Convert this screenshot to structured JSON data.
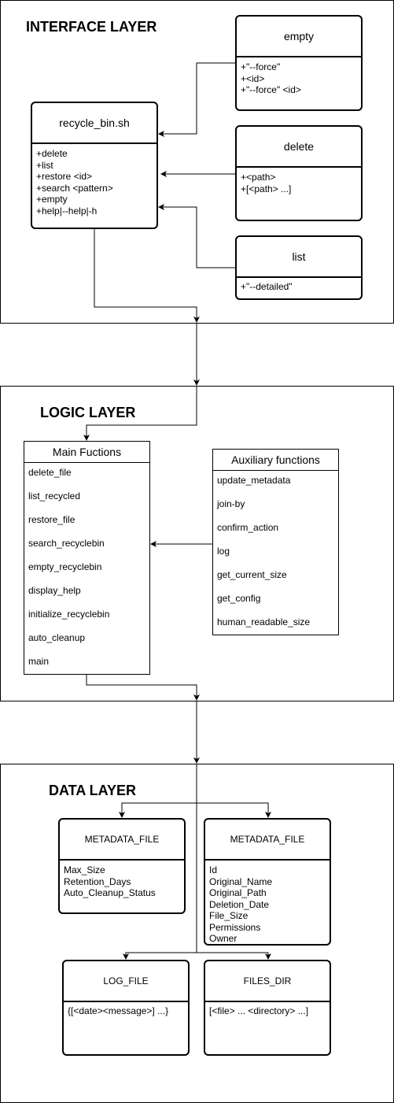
{
  "interface_layer": {
    "title": "INTERFACE LAYER",
    "script": {
      "name": "recycle_bin.sh",
      "items": [
        "+delete",
        "+list",
        "+restore <id>",
        "+search <pattern>",
        "+empty",
        "+help|--help|-h"
      ]
    },
    "empty": {
      "name": "empty",
      "items": [
        "+\"--force\"",
        "+<id>",
        "+\"--force\" <id>"
      ]
    },
    "delete": {
      "name": "delete",
      "items": [
        "+<path>",
        "+[<path> ...]"
      ]
    },
    "list": {
      "name": "list",
      "items": [
        "+\"--detailed\""
      ]
    }
  },
  "logic_layer": {
    "title": "LOGIC LAYER",
    "main": {
      "name": "Main Fuctions",
      "items": [
        "delete_file",
        "list_recycled",
        "restore_file",
        "search_recyclebin",
        "empty_recyclebin",
        "display_help",
        "initialize_recyclebin",
        "auto_cleanup",
        "main"
      ]
    },
    "aux": {
      "name": "Auxiliary functions",
      "items": [
        "update_metadata",
        "join-by",
        "confirm_action",
        "log",
        "get_current_size",
        "get_config",
        "human_readable_size"
      ]
    }
  },
  "data_layer": {
    "title": "DATA LAYER",
    "config": {
      "name": "METADATA_FILE",
      "items": [
        "Max_Size",
        "Retention_Days",
        "Auto_Cleanup_Status"
      ]
    },
    "metadata": {
      "name": "METADATA_FILE",
      "items": [
        "Id",
        "Original_Name",
        "Original_Path",
        "Deletion_Date",
        "File_Size",
        "Permissions",
        "Owner"
      ]
    },
    "log": {
      "name": "LOG_FILE",
      "items": [
        "{[<date><message>] ...}"
      ]
    },
    "files": {
      "name": "FILES_DIR",
      "items": [
        "[<file> ...  <directory> ...]"
      ]
    }
  }
}
